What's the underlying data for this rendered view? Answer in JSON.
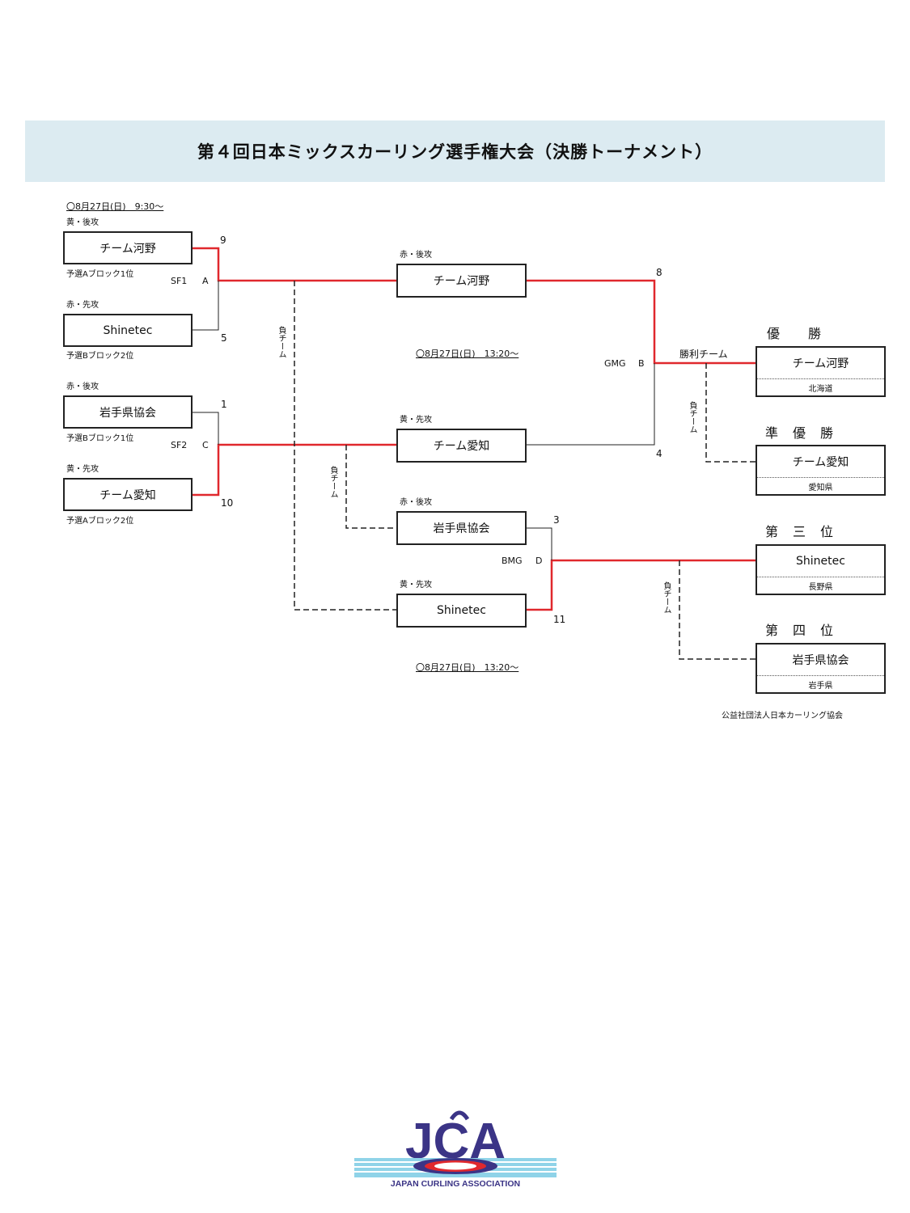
{
  "title": "第４回日本ミックスカーリング選手権大会（決勝トーナメント）",
  "schedule_sf": "〇8月27日(日)　9:30～",
  "schedule_gmg": "〇8月27日(日)　13:20～",
  "schedule_bmg": "〇8月27日(日)　13:20～",
  "semifinals": {
    "sf1": {
      "label": "SF1",
      "letter": "A",
      "team1": {
        "side": "黄・後攻",
        "name": "チーム河野",
        "seed": "予選Aブロック1位",
        "score": "9"
      },
      "team2": {
        "side": "赤・先攻",
        "name": "Shinetec",
        "seed": "予選Bブロック2位",
        "score": "5"
      }
    },
    "sf2": {
      "label": "SF2",
      "letter": "C",
      "team1": {
        "side": "赤・後攻",
        "name": "岩手県協会",
        "seed": "予選Bブロック1位",
        "score": "1"
      },
      "team2": {
        "side": "黄・先攻",
        "name": "チーム愛知",
        "seed": "予選Aブロック2位",
        "score": "10"
      }
    }
  },
  "gmg": {
    "label": "GMG",
    "letter": "B",
    "team1": {
      "side": "赤・後攻",
      "name": "チーム河野",
      "score": "8"
    },
    "team2": {
      "side": "黄・先攻",
      "name": "チーム愛知",
      "score": "4"
    }
  },
  "bmg": {
    "label": "BMG",
    "letter": "D",
    "team1": {
      "side": "赤・後攻",
      "name": "岩手県協会",
      "score": "3"
    },
    "team2": {
      "side": "黄・先攻",
      "name": "Shinetec",
      "score": "11"
    }
  },
  "winner_label": "勝利チーム",
  "loser_label": "負チーム",
  "results": [
    {
      "rank": "優　　勝",
      "team": "チーム河野",
      "prefecture": "北海道"
    },
    {
      "rank": "準　優　勝",
      "team": "チーム愛知",
      "prefecture": "愛知県"
    },
    {
      "rank": "第　三　位",
      "team": "Shinetec",
      "prefecture": "長野県"
    },
    {
      "rank": "第　四　位",
      "team": "岩手県協会",
      "prefecture": "岩手県"
    }
  ],
  "organization": "公益社団法人日本カーリング協会",
  "logo": {
    "letters": "JCA",
    "caption": "JAPAN CURLING ASSOCIATION"
  },
  "colors": {
    "win_line": "#e0282d",
    "lose_line": "#222222",
    "banner": "#dcebf1",
    "logo_navy": "#3b3486"
  }
}
